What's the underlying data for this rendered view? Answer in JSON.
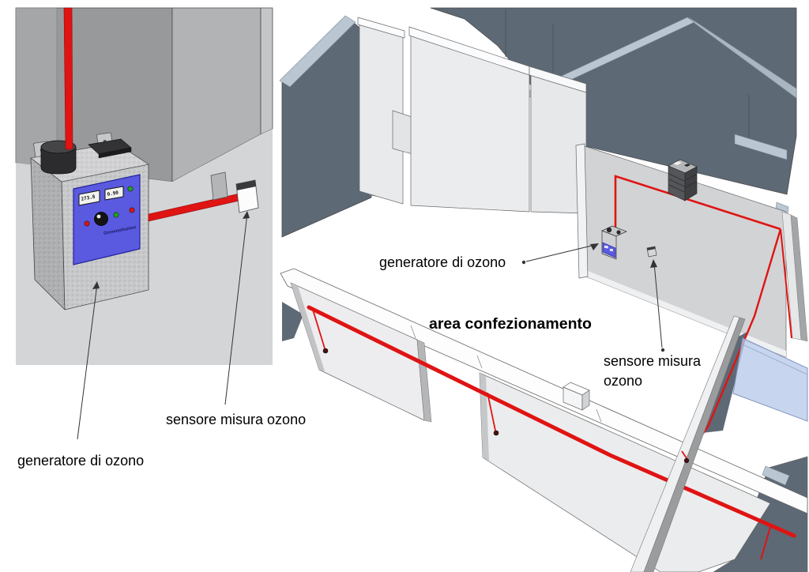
{
  "colors": {
    "tube_red": "#df1413",
    "panel_blue": "#5a5ae0",
    "window_blue": "#b7cbe9",
    "led_green": "#1ea31e",
    "led_red": "#dc1312",
    "nozzle_dark": "#4a0f0f",
    "display_bg": "#f2f3ef"
  },
  "detail_view": {
    "labels": {
      "generator": "generatore di ozono",
      "sensor": "sensore misura ozono"
    },
    "device": {
      "display_left": "273.8",
      "display_right": "0.90",
      "brand": "Ozonosoluzioni"
    }
  },
  "room_view": {
    "labels": {
      "generator": "generatore di ozono",
      "area": "area confezionamento",
      "sensor_line1": "sensore misura",
      "sensor_line2": "ozono"
    }
  }
}
